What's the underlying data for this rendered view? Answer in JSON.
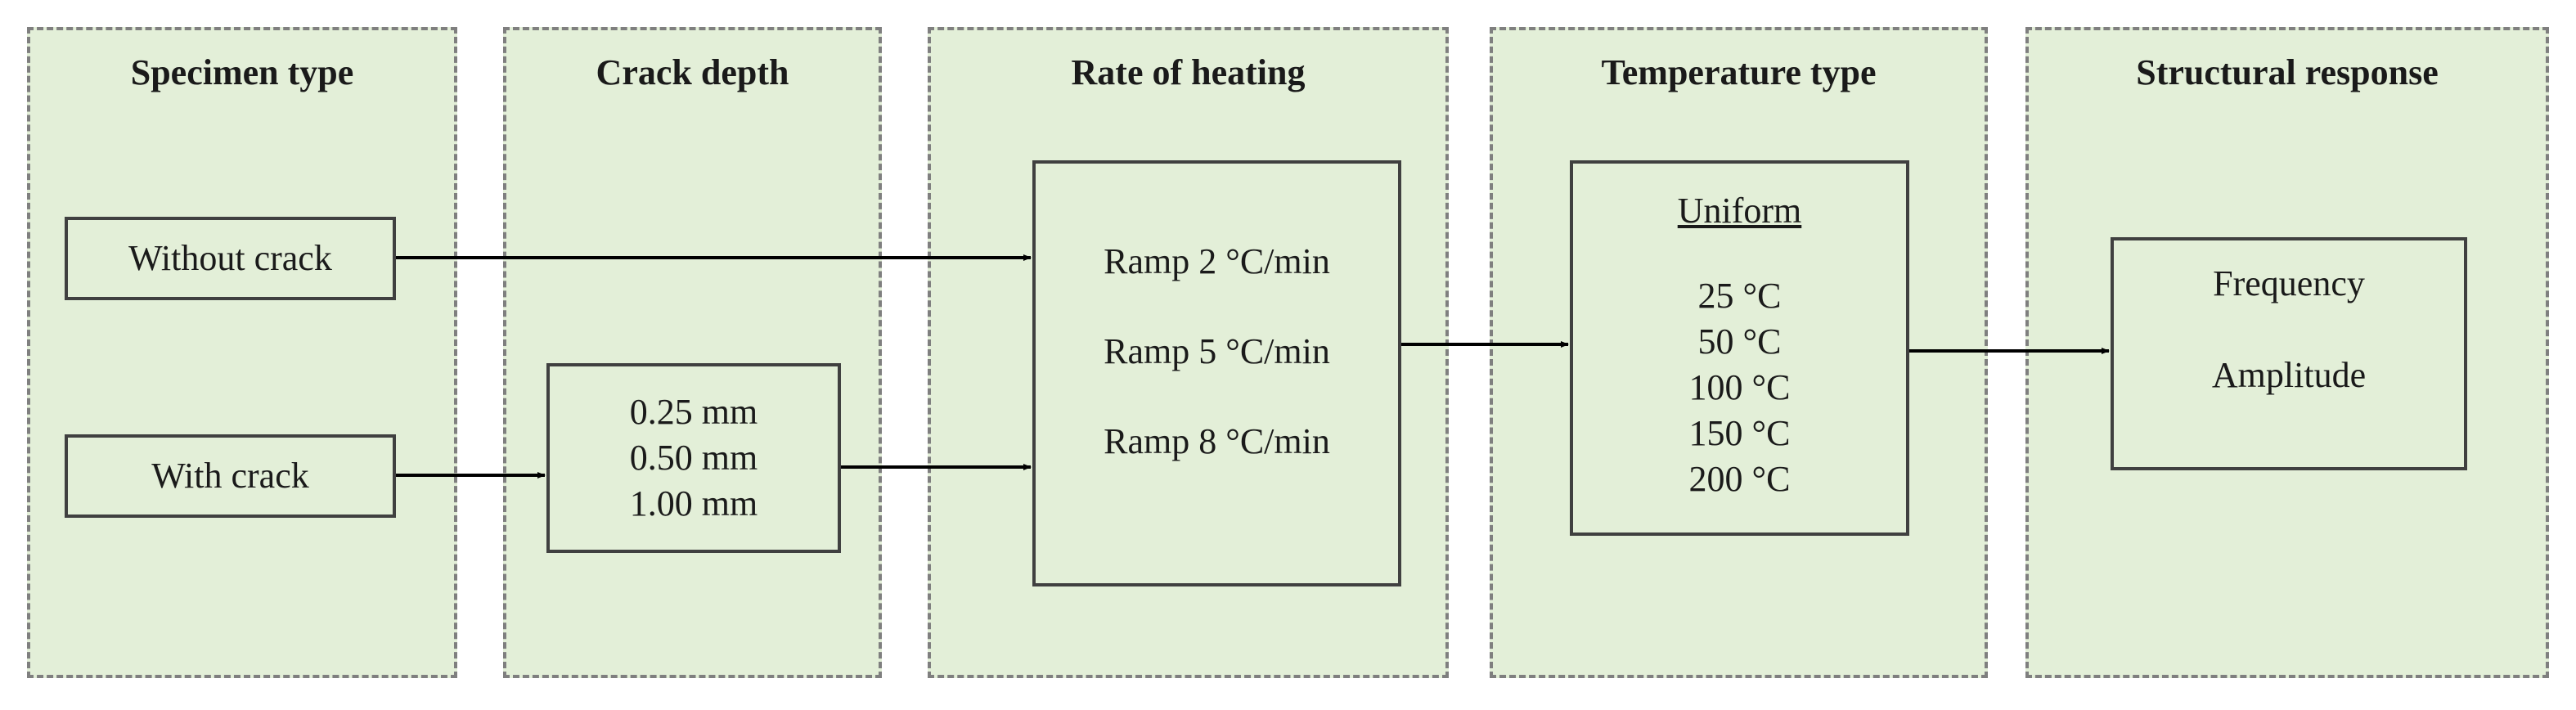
{
  "columns": {
    "specimen": {
      "title": "Specimen type"
    },
    "crack": {
      "title": "Crack depth"
    },
    "heating": {
      "title": "Rate of heating"
    },
    "temperature": {
      "title": "Temperature type"
    },
    "response": {
      "title": "Structural response"
    }
  },
  "specimen_boxes": {
    "without_crack": "Without crack",
    "with_crack": "With crack"
  },
  "crack_depths": [
    "0.25 mm",
    "0.50 mm",
    "1.00 mm"
  ],
  "heating_rates": [
    "Ramp 2 °C/min",
    "Ramp 5 °C/min",
    "Ramp 8 °C/min"
  ],
  "temperature": {
    "heading": "Uniform",
    "values": [
      "25 °C",
      "50 °C",
      "100 °C",
      "150 °C",
      "200 °C"
    ]
  },
  "responses": [
    "Frequency",
    "Amplitude"
  ],
  "colors": {
    "panel_fill": "#e3efd8",
    "panel_border": "#7f7f7f",
    "box_border": "#404040",
    "arrow": "#000000"
  }
}
